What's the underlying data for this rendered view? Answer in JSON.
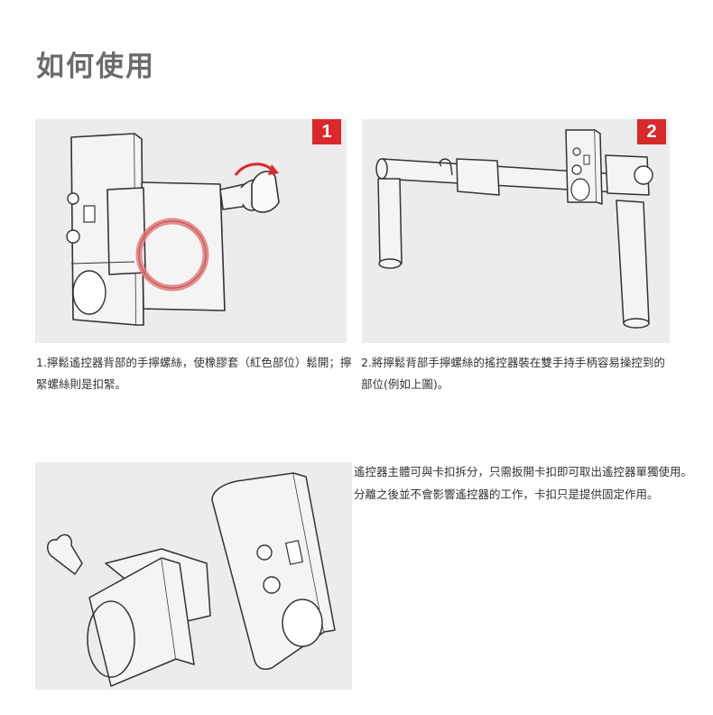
{
  "page": {
    "title": "如何使用"
  },
  "steps": [
    {
      "badge": "1",
      "caption": "1.擰鬆遙控器背部的手擰螺絲，使橡膠套（紅色部位）鬆開；擰緊螺絲則是扣緊。"
    },
    {
      "badge": "2",
      "caption": "2.將擰鬆背部手擰螺絲的搖控器裝在雙手持手柄容易操控到的部位(例如上圖)。"
    }
  ],
  "detach": {
    "caption": "遙控器主體可與卡扣拆分，只需扳開卡扣即可取出遙控器單獨使用。分離之後並不會影響遙控器的工作，卡扣只是提供固定作用。"
  },
  "colors": {
    "badge": "#d9292b",
    "panel_bg": "#ececec",
    "title": "#6b6b6b",
    "highlight_ring": "#e07a7a"
  }
}
